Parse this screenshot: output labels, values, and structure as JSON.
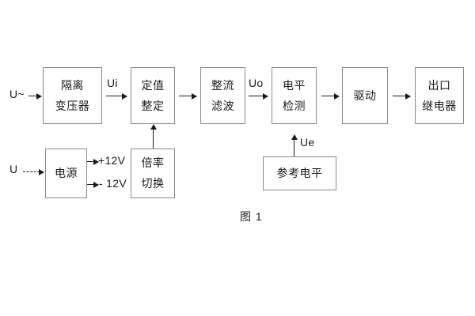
{
  "figure": {
    "caption": "图 1",
    "colors": {
      "box_border": "#8a8a8a",
      "line": "#1b1b1b",
      "text": "#1b1b1b",
      "background": "#ffffff"
    }
  },
  "blocks": {
    "isolation_transformer": {
      "line1": "隔离",
      "line2": "变压器"
    },
    "setting_value": {
      "line1": "定值",
      "line2": "整定"
    },
    "rectify_filter": {
      "line1": "整流",
      "line2": "滤波"
    },
    "level_detect": {
      "line1": "电平",
      "line2": "检测"
    },
    "drive": {
      "line1": "驱动"
    },
    "output_relay": {
      "line1": "出口",
      "line2": "继电器"
    },
    "power_supply": {
      "line1": "电源"
    },
    "multiplier_switch": {
      "line1": "倍率",
      "line2": "切换"
    },
    "reference_level": {
      "line1": "参考电平"
    }
  },
  "labels": {
    "input_ac": "U~",
    "input_dc": "U",
    "ui": "Ui",
    "uo": "Uo",
    "ue": "Ue",
    "plus12v": "+12V",
    "minus12v": "- 12V"
  }
}
